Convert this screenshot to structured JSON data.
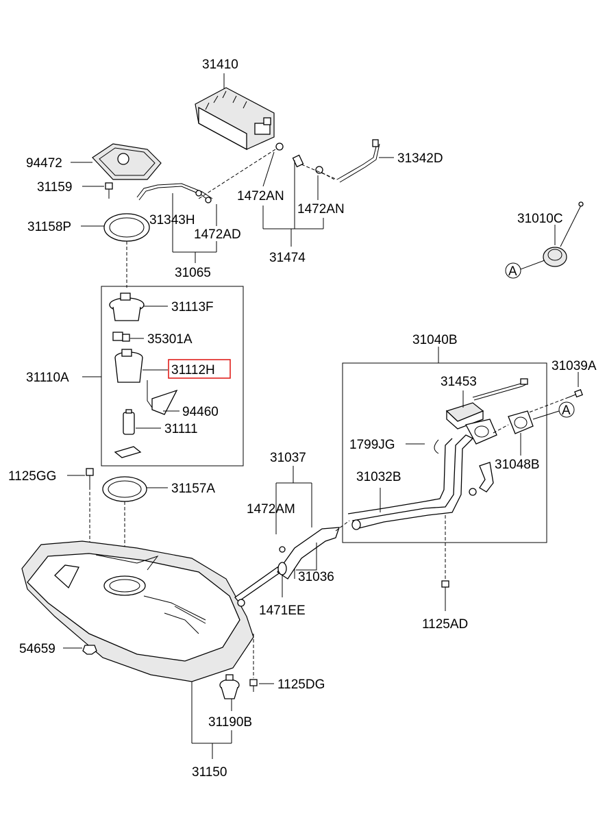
{
  "colors": {
    "line": "#000000",
    "background": "#ffffff",
    "highlight": "#e0201c"
  },
  "highlighted_part": "31112H",
  "labels": {
    "p31410": "31410",
    "p94472": "94472",
    "p31159": "31159",
    "p31158P": "31158P",
    "p31343H": "31343H",
    "p1472AD": "1472AD",
    "p31065": "31065",
    "p1472AN_a": "1472AN",
    "p1472AN_b": "1472AN",
    "p31474": "31474",
    "p31342D": "31342D",
    "p31010C": "31010C",
    "ref_a1": "A",
    "p31113F": "31113F",
    "p35301A": "35301A",
    "p31110A": "31110A",
    "p31112H": "31112H",
    "p94460": "94460",
    "p31111": "31111",
    "p31040B": "31040B",
    "p31039A": "31039A",
    "p31453": "31453",
    "ref_a2": "A",
    "p1799JG": "1799JG",
    "p31048B": "31048B",
    "p31032B": "31032B",
    "p31037": "31037",
    "p1125GG": "1125GG",
    "p31157A": "31157A",
    "p1472AM": "1472AM",
    "p31036": "31036",
    "p1471EE": "1471EE",
    "p1125AD": "1125AD",
    "p54659": "54659",
    "p1125DG": "1125DG",
    "p31190B": "31190B",
    "p31150": "31150"
  }
}
